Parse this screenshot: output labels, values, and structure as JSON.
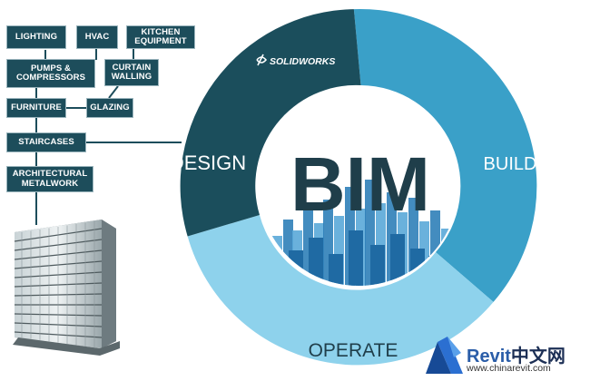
{
  "diagram": {
    "center_label": "BIM",
    "phases": [
      {
        "label": "DESIGN",
        "color": "#1b4e5c"
      },
      {
        "label": "BUILD",
        "color": "#3aa0c8"
      },
      {
        "label": "OPERATE",
        "color": "#8ed2ec"
      }
    ],
    "brand": "SOLIDWORKS",
    "components": [
      "LIGHTING",
      "HVAC",
      "KITCHEN\nEQUIPMENT",
      "PUMPS &\nCOMPRESSORS",
      "CURTAIN\nWALLING",
      "FURNITURE",
      "GLAZING",
      "STAIRCASES",
      "ARCHITECTURAL\nMETALWORK"
    ],
    "colors": {
      "dark": "#1d4d5b",
      "center_text": "#1f3e4a",
      "skyline": "#3a8fc4"
    }
  },
  "watermark": {
    "name": "Revit",
    "suffix": "中文网",
    "url": "www.chinarevit.com"
  }
}
